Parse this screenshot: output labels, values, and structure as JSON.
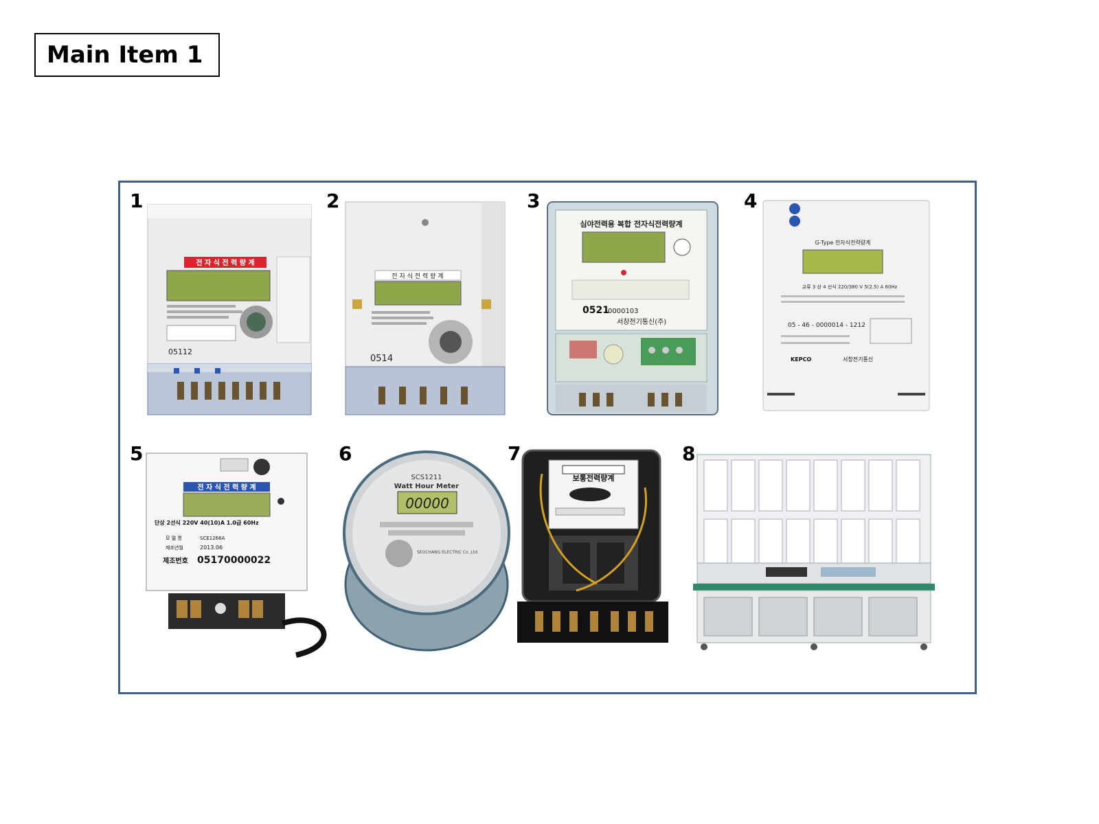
{
  "title": "Main Item 1",
  "items": [
    {
      "number": "1",
      "texts": {
        "header": "전 자 식 전 력 량 계",
        "serial": "05112"
      },
      "icon": "electronic-meter-1"
    },
    {
      "number": "2",
      "texts": {
        "header": "전 자 식 전 력 량 계",
        "serial": "0514"
      },
      "icon": "electronic-meter-2"
    },
    {
      "number": "3",
      "texts": {
        "header": "심야전력용 복합 전자식전력량계",
        "code_prefix": "0521",
        "code": "0000103",
        "maker": "서창전기통신(주)"
      },
      "icon": "composite-meter"
    },
    {
      "number": "4",
      "texts": {
        "header": "G-Type 전자식전력량계",
        "spec": "교류 3 상 4 선식 220/380 V 5(2.5) A 60Hz",
        "serial": "05 - 46 - 0000014 - 1212",
        "brand1": "KEPCO",
        "brand2": "서창전기통신"
      },
      "icon": "g-type-meter"
    },
    {
      "number": "5",
      "texts": {
        "header": "전 자 식 전 력 량 계",
        "spec": "단상 2선식 220V 40(10)A 1.0급 60Hz",
        "model_label": "모 델 명",
        "model": "SCE1266A",
        "date_label": "제조년월",
        "date": "2013.06",
        "serial_label": "제조번호",
        "serial": "05170000022"
      },
      "icon": "single-phase-meter"
    },
    {
      "number": "6",
      "texts": {
        "model": "SCS1211",
        "subtitle": "Watt Hour Meter",
        "display": "00000",
        "maker": "SEOCHANG ELECTRIC Co.,Ltd."
      },
      "icon": "round-watt-hour-meter"
    },
    {
      "number": "7",
      "texts": {
        "header": "보통전력량계"
      },
      "icon": "mechanical-meter"
    },
    {
      "number": "8",
      "texts": {},
      "icon": "meter-test-bench"
    }
  ],
  "colors": {
    "frame": "#3f5f8a",
    "lcd": "#8fa64a",
    "red_label": "#d8262e",
    "blue_label": "#2a55b0"
  }
}
